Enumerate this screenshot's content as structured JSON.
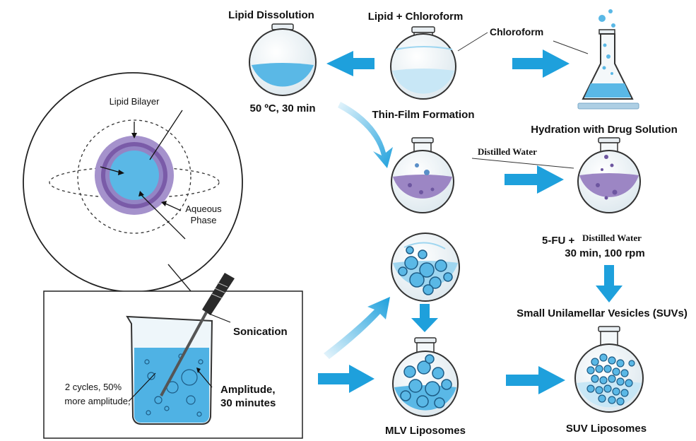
{
  "labels": {
    "lipid_dissolution": "Lipid Dissolution",
    "lipid_chloroform": "Lipid + Chloroform",
    "chloroform": "Chloroform",
    "temp_time": "50 ºC, 30 min",
    "thin_film": "Thin-Film Formation",
    "hydration": "Hydration with Drug Solution",
    "distilled_water": "Distilled Water",
    "fu_prefix": "5-FU +",
    "fu_water": "Distilled Water",
    "speed": "30 min, 100 rpm",
    "suvs": "Small Unilamellar Vesicles (SUVs)",
    "mlv": "MLV Liposomes",
    "suv": "SUV Liposomes",
    "lipid_bilayer": "Lipid Bilayer",
    "aqueous": "Aqueous",
    "phase": "Phase",
    "sonication": "Sonication",
    "cycles": "2 cycles, 50%",
    "more_amp": "more amplitude,",
    "amplitude": "Amplitude,",
    "minutes": "30 minutes"
  },
  "colors": {
    "arrow": "#1ea0dc",
    "water": "#5ab8e6",
    "lipid_purple": "#8a6fb5",
    "flask_purple": "#9c86c4"
  }
}
